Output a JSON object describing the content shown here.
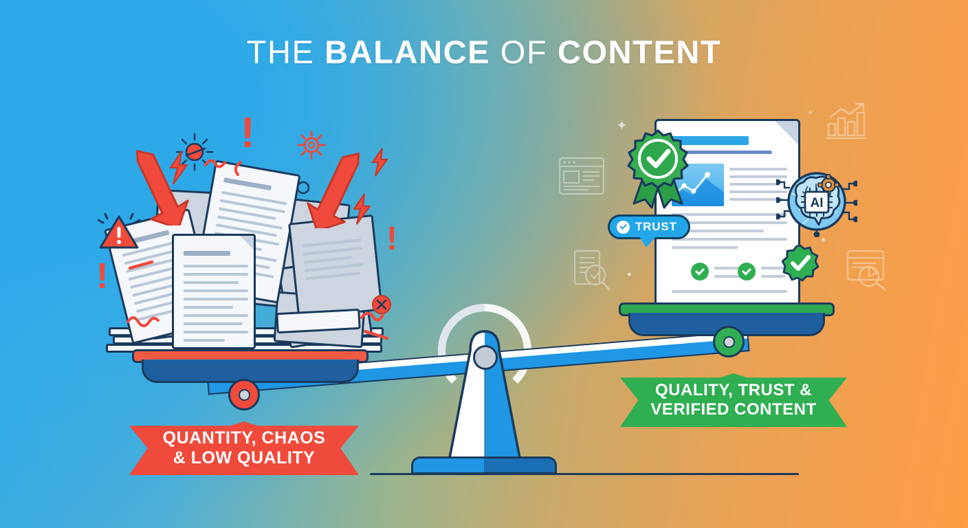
{
  "title": {
    "part1": "THE ",
    "part2": "BALANCE ",
    "part3": "OF ",
    "part4": "CONTENT"
  },
  "colors": {
    "bg_left": "#2ea9e8",
    "bg_mid": "#c9a96a",
    "bg_right": "#ff9c45",
    "red": "#ef4a3c",
    "green": "#2fae52",
    "blue": "#1f97e4",
    "outline": "#1b3a5c"
  },
  "banners": {
    "left": {
      "line1": "QUANTITY, CHAOS",
      "line2": "& LOW QUALITY",
      "color": "#ef4a3c"
    },
    "right": {
      "line1": "QUALITY, TRUST &",
      "line2": "VERIFIED CONTENT",
      "color": "#2fae52"
    }
  },
  "badges": {
    "trust": {
      "label": "TRUST",
      "icon": "check-circle-icon",
      "color": "#22a6e8"
    },
    "ai": {
      "label": "AI",
      "icon": "ai-brain-icon"
    },
    "verified": {
      "icon": "rosette-check-icon",
      "color": "#2fae52"
    },
    "float_check": {
      "icon": "check-circle-icon",
      "color": "#2fae52"
    }
  },
  "scale": {
    "left_side": "heavy-low-quality-papers",
    "right_side": "verified-quality-document",
    "left_tray_color": "#ef5a43",
    "right_tray_color": "#2fa84f",
    "fulcrum": "balance-fulcrum",
    "tilt_note": "left side down, right side up"
  },
  "chaos_icons": [
    {
      "name": "arrow-down-left",
      "glyph": "arrow"
    },
    {
      "name": "arrow-down-right",
      "glyph": "arrow"
    },
    {
      "name": "exclamation-large-top",
      "glyph": "!"
    },
    {
      "name": "exclamation-left",
      "glyph": "!"
    },
    {
      "name": "exclamation-right-upper",
      "glyph": "!"
    },
    {
      "name": "exclamation-right-lower",
      "glyph": "!"
    },
    {
      "name": "warning-triangle",
      "glyph": "!"
    },
    {
      "name": "broken-sun",
      "glyph": "sun"
    },
    {
      "name": "gear",
      "glyph": "gear"
    },
    {
      "name": "lightning-bolt",
      "glyph": "bolt"
    },
    {
      "name": "small-circle",
      "glyph": "o"
    },
    {
      "name": "error-circle",
      "glyph": "x"
    }
  ],
  "decor_icons": [
    {
      "name": "browser-window-icon"
    },
    {
      "name": "document-search-check-icon"
    },
    {
      "name": "bar-chart-growth-icon"
    },
    {
      "name": "browser-analytics-search-icon"
    }
  ],
  "document": {
    "name": "verified-article-document",
    "header_bar": "title-bar",
    "chart": "line-area-chart-thumbnail",
    "checks": 2
  }
}
